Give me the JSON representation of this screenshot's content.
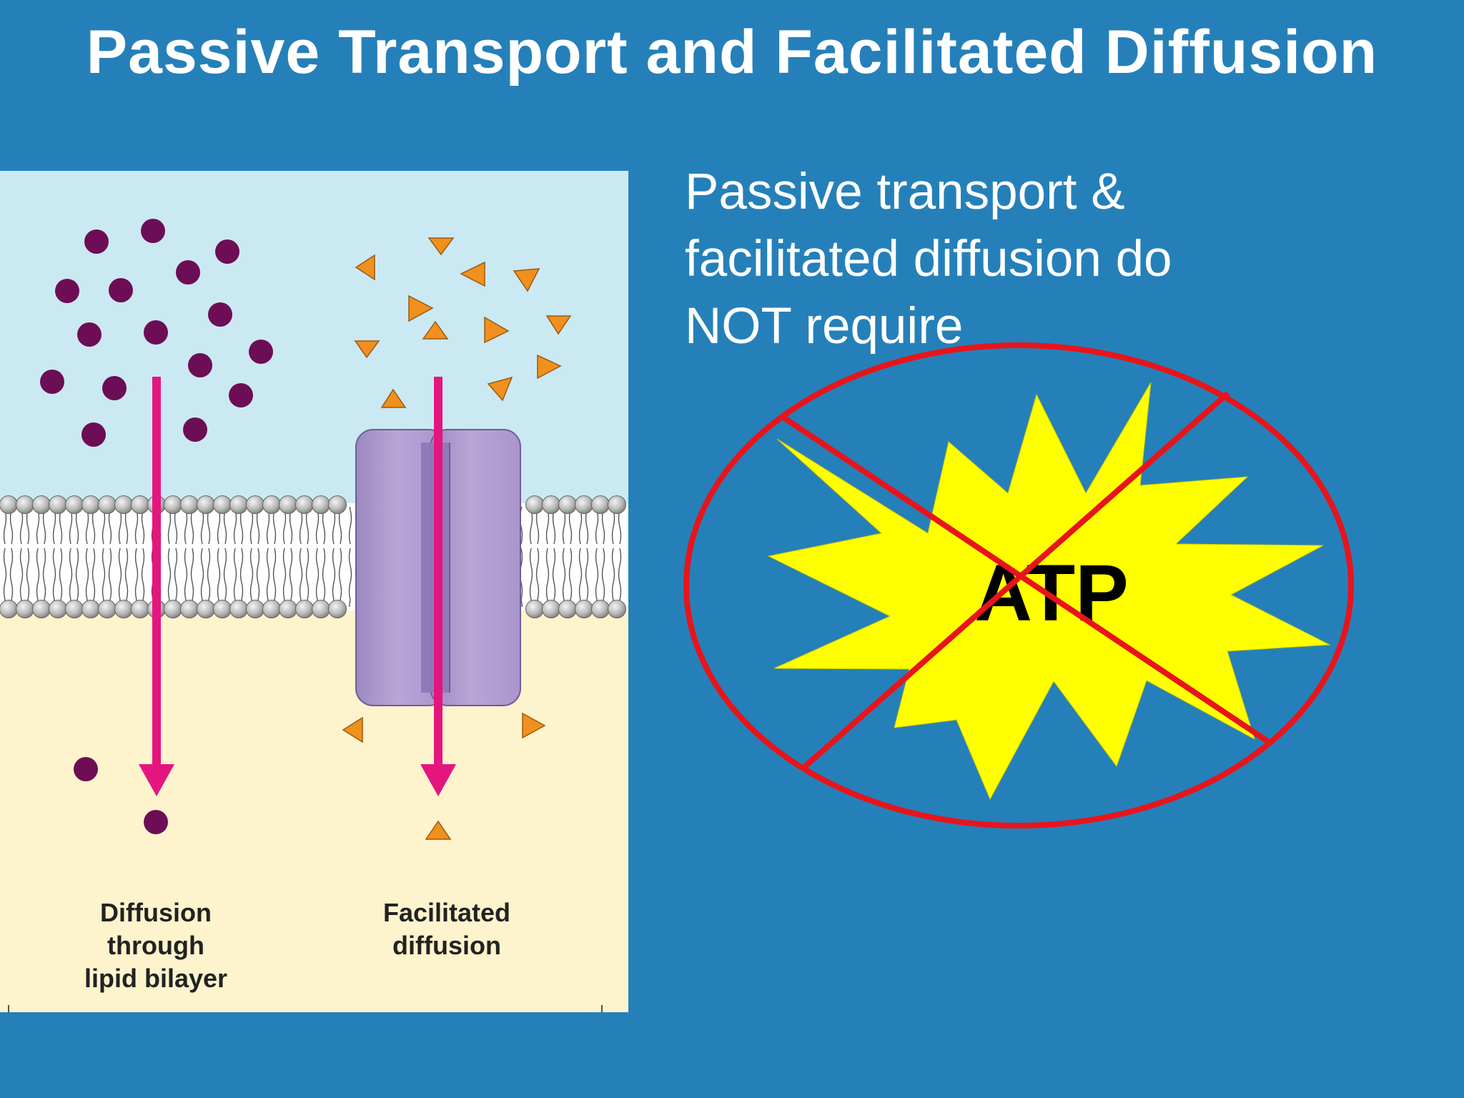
{
  "slide": {
    "title": "Passive Transport and Facilitated Diffusion",
    "body_lines": [
      "Passive transport &",
      "facilitated diffusion do",
      "NOT require"
    ]
  },
  "diagram": {
    "left_label": [
      "Diffusion",
      "through",
      "lipid bilayer"
    ],
    "right_label": [
      "Facilitated",
      "diffusion"
    ],
    "solute_left_shape": "purple-circle",
    "solute_right_shape": "orange-triangle",
    "channel_protein": "purple-channel-protein",
    "colors": {
      "extracellular": "#cbe9f3",
      "cytoplasm": "#fdf3cc",
      "arrow": "#e5157f",
      "circle_solute": "#6d0d55",
      "triangle_solute": "#f0901e",
      "protein": "#b39fd0"
    }
  },
  "graphic": {
    "label": "ATP",
    "burst_color": "#ffff00",
    "strike_color": "#e8141b",
    "crossed_out": true
  }
}
